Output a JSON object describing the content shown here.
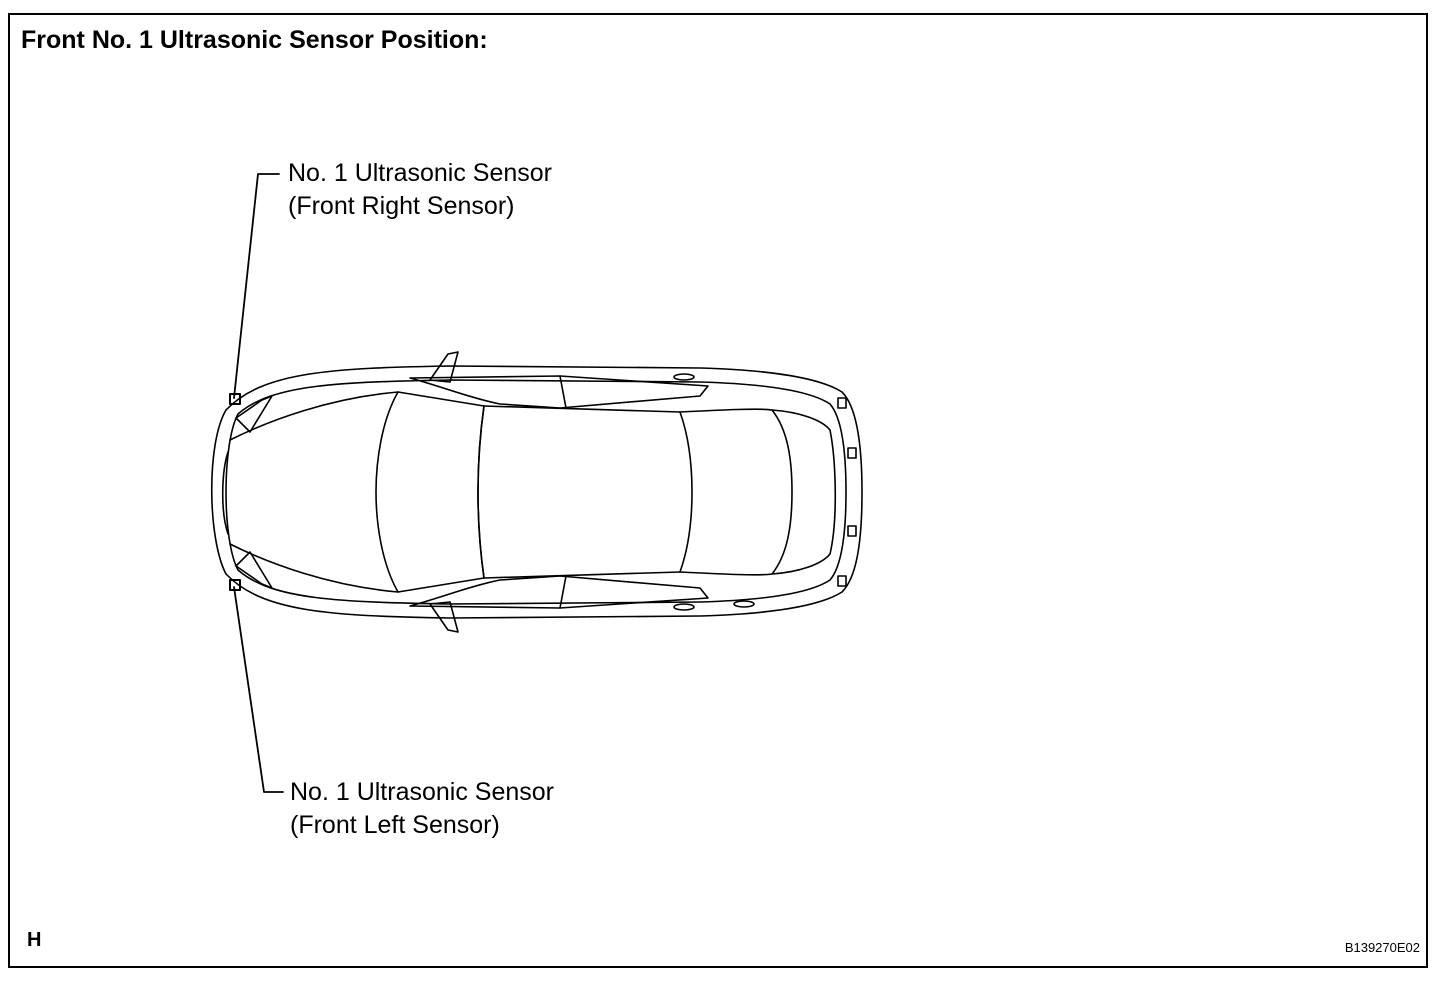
{
  "title": "Front No. 1 Ultrasonic Sensor Position:",
  "callouts": {
    "front_right": {
      "line1": "No. 1 Ultrasonic Sensor",
      "line2": "(Front Right Sensor)"
    },
    "front_left": {
      "line1": "No. 1 Ultrasonic Sensor",
      "line2": "(Front Left Sensor)"
    }
  },
  "corner_letter": "H",
  "reference_code": "B139270E02"
}
